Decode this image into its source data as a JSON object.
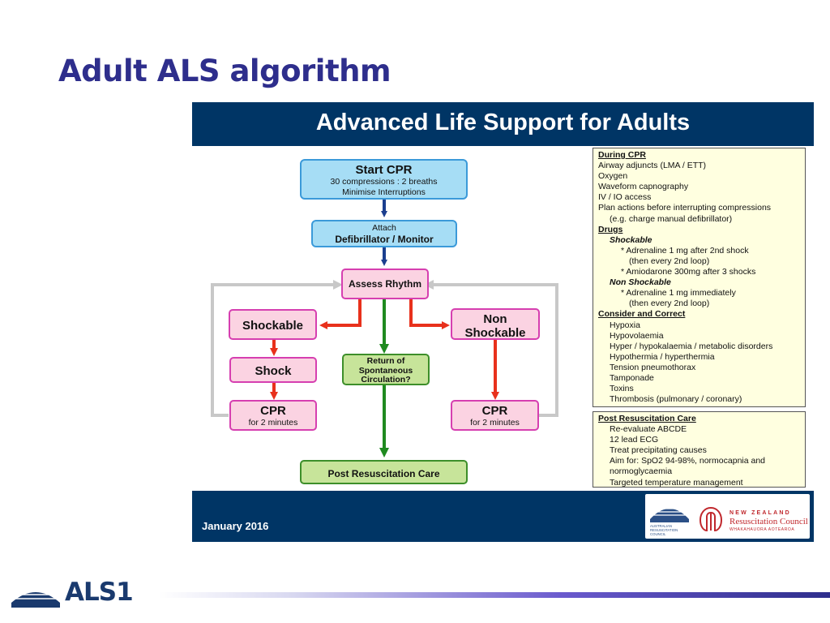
{
  "slide": {
    "title": "Adult ALS algorithm",
    "logo_text": "ALS1"
  },
  "poster": {
    "title": "Advanced Life Support for Adults",
    "date": "January 2016",
    "logos": {
      "arc_text": "AUSTRALIAN RESUSCITATION COUNCIL",
      "nz_line1": "NEW ZEALAND",
      "nz_line2": "Resuscitation Council",
      "nz_line3": "WHAKAHAUORA AOTEAROA"
    }
  },
  "flow": {
    "start": {
      "title": "Start CPR",
      "line1": "30 compressions : 2 breaths",
      "line2": "Minimise Interruptions"
    },
    "defib": {
      "line1": "Attach",
      "line2": "Defibrillator / Monitor"
    },
    "assess": "Assess Rhythm",
    "shockable": "Shockable",
    "non_shockable_1": "Non",
    "non_shockable_2": "Shockable",
    "shock": "Shock",
    "rosc": {
      "line1": "Return of",
      "line2": "Spontaneous",
      "line3": "Circulation?"
    },
    "cpr_left": {
      "title": "CPR",
      "sub": "for 2 minutes"
    },
    "cpr_right": {
      "title": "CPR",
      "sub": "for 2 minutes"
    },
    "post": "Post Resuscitation Care"
  },
  "during_cpr": {
    "heading": "During CPR",
    "items": [
      "Airway adjuncts (LMA / ETT)",
      "Oxygen",
      "Waveform capnography",
      "IV / IO access",
      "Plan actions before interrupting compressions",
      "(e.g. charge manual defibrillator)"
    ],
    "drugs_heading": "Drugs",
    "shockable_heading": "Shockable",
    "shockable_items": [
      "* Adrenaline 1 mg after 2nd shock",
      "(then every 2nd loop)",
      "* Amiodarone 300mg after 3 shocks"
    ],
    "nonshockable_heading": "Non Shockable",
    "nonshockable_items": [
      "* Adrenaline 1 mg immediately",
      "(then every 2nd loop)"
    ],
    "consider_heading": "Consider and Correct",
    "consider_items": [
      "Hypoxia",
      "Hypovolaemia",
      "Hyper / hypokalaemia / metabolic disorders",
      "Hypothermia / hyperthermia",
      "Tension pneumothorax",
      "Tamponade",
      "Toxins",
      "Thrombosis (pulmonary / coronary)"
    ]
  },
  "post_care": {
    "heading": "Post Resuscitation Care",
    "items": [
      "Re-evaluate ABCDE",
      "12 lead ECG",
      "Treat precipitating causes",
      "Aim for: SpO2 94-98%, normocapnia and",
      "normoglycaemia",
      "Targeted temperature management"
    ]
  },
  "colors": {
    "title": "#2e2e8c",
    "header_bg": "#003565",
    "arrow_blue": "#1b3f8f",
    "arrow_red": "#e8311c",
    "arrow_green": "#1f8a1f",
    "loop_grey": "#c8c8c8"
  }
}
